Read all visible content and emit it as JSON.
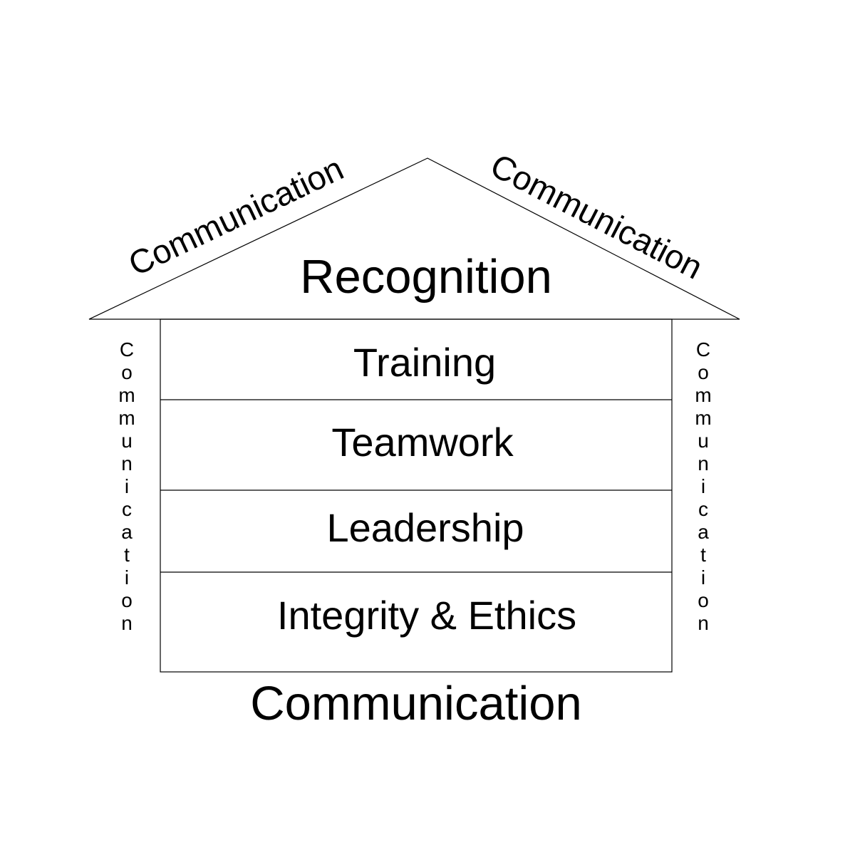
{
  "diagram": {
    "roof": {
      "title": "Recognition",
      "left_slope_label": "Communication",
      "right_slope_label": "Communication"
    },
    "walls": {
      "left_label": "Communication",
      "right_label": "Communication"
    },
    "floors": [
      {
        "label": "Training"
      },
      {
        "label": "Teamwork"
      },
      {
        "label": "Leadership"
      },
      {
        "label": "Integrity & Ethics"
      }
    ],
    "foundation_label": "Communication"
  },
  "colors": {
    "stroke": "#000000",
    "text": "#000000",
    "background": "#ffffff"
  }
}
